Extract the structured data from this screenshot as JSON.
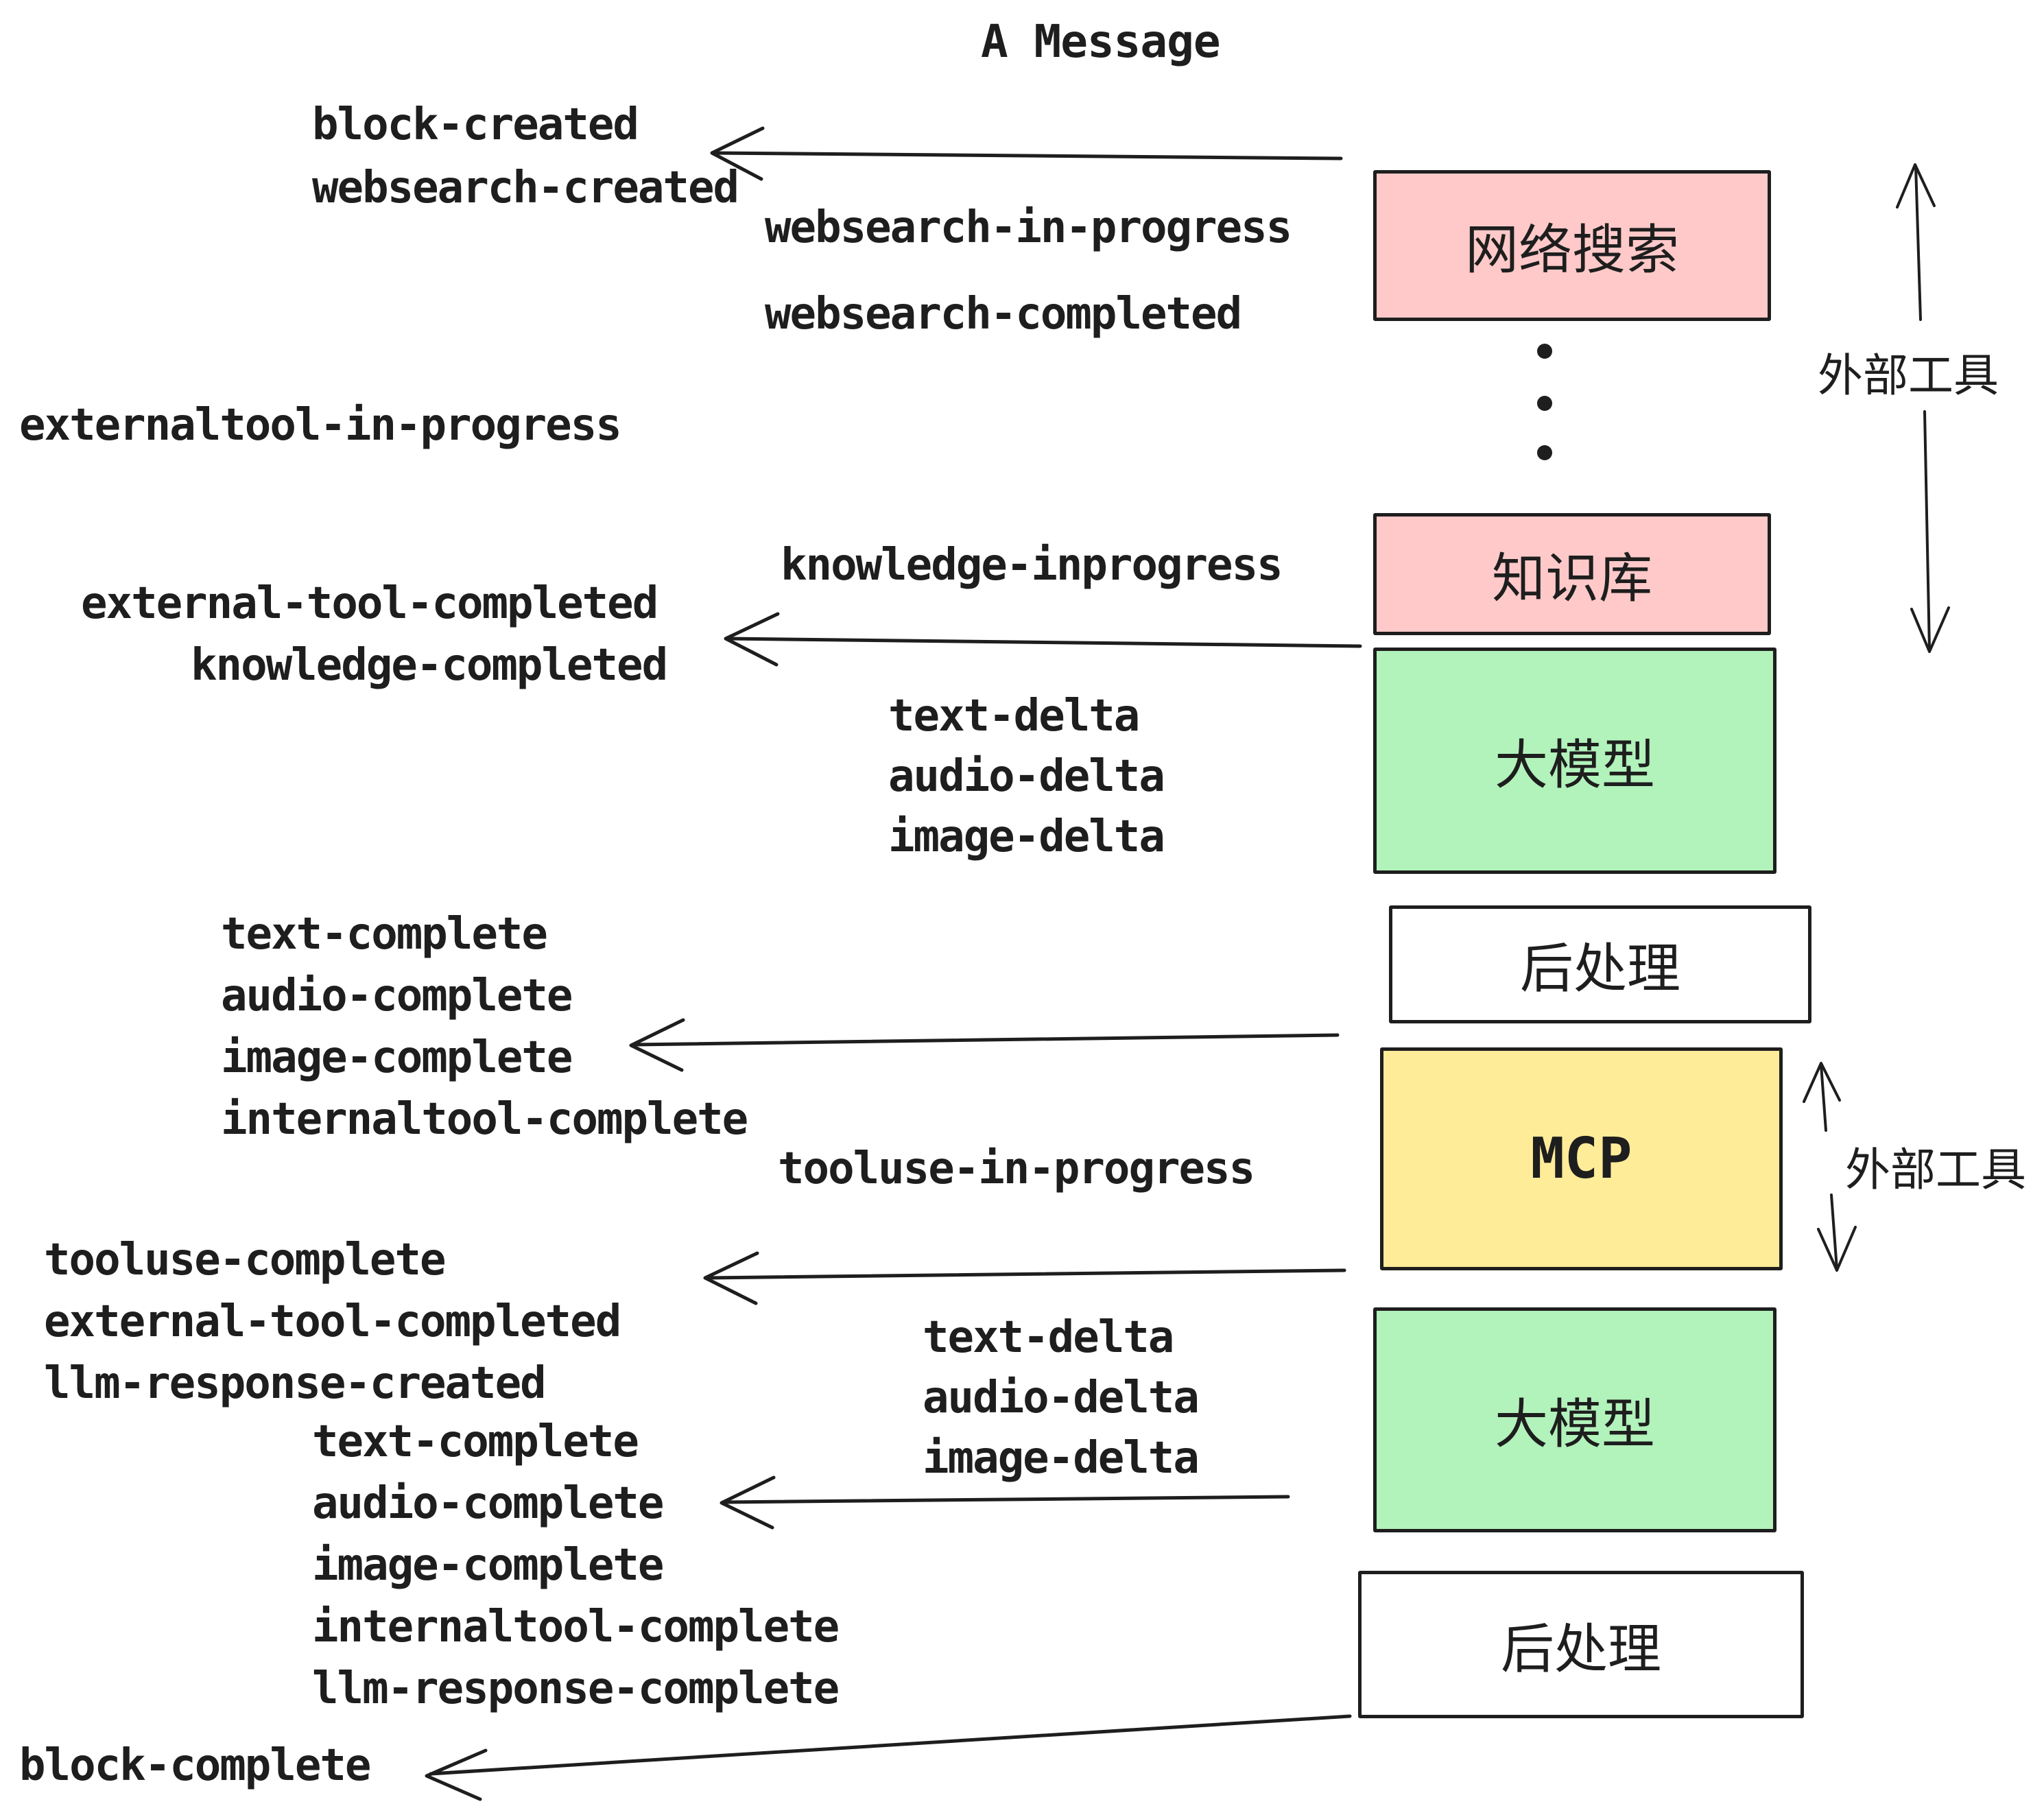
{
  "title": "A Message",
  "colors": {
    "pink": "#ffc9c9",
    "green": "#b2f2bb",
    "yellow": "#ffec99",
    "white": "#ffffff",
    "ink": "#1e1e1e"
  },
  "boxes": {
    "websearch": "网络搜索",
    "knowledge": "知识库",
    "llm": "大模型",
    "post": "后处理",
    "mcp": "MCP"
  },
  "labels": {
    "external_tools": "外部工具"
  },
  "events": {
    "block_created": "block-created",
    "websearch_created": "websearch-created",
    "websearch_in_progress": "websearch-in-progress",
    "websearch_completed": "websearch-completed",
    "externaltool_in_progress": "externaltool-in-progress",
    "knowledge_inprogress": "knowledge-inprogress",
    "external_tool_completed": "external-tool-completed",
    "knowledge_completed": "knowledge-completed",
    "text_delta": "text-delta",
    "audio_delta": "audio-delta",
    "image_delta": "image-delta",
    "text_complete": "text-complete",
    "audio_complete": "audio-complete",
    "image_complete": "image-complete",
    "internaltool_complete": "internaltool-complete",
    "tooluse_in_progress": "tooluse-in-progress",
    "tooluse_complete": "tooluse-complete",
    "llm_response_created": "llm-response-created",
    "llm_response_complete": "llm-response-complete",
    "block_complete": "block-complete"
  }
}
